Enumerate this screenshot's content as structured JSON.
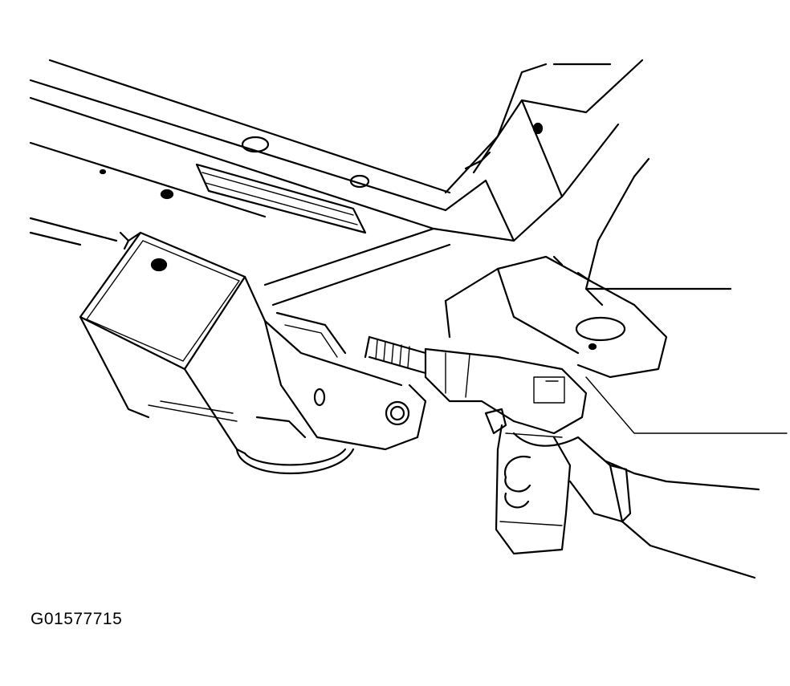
{
  "figure": {
    "code": "G01577715"
  },
  "colors": {
    "line": "#000000",
    "background": "#ffffff"
  },
  "icons": [
    "frame-rail",
    "hitch-receiver",
    "impact-wrench",
    "hand",
    "bolt",
    "tow-hook"
  ]
}
